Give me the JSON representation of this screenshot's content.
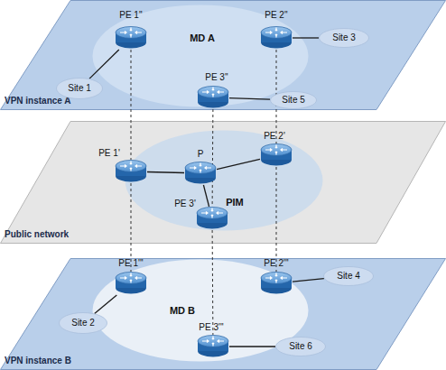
{
  "diagram": {
    "nodes": [
      {
        "text": [
          "VPN instance A"
        ]
      },
      {
        "text": [
          "MD A"
        ],
        "in": 0
      },
      {
        "text": [
          "PE 1''"
        ],
        "in": 0
      },
      {
        "text": [
          "PE 2''"
        ],
        "in": 0
      },
      {
        "text": [
          "Site 3"
        ],
        "in": 0
      },
      {
        "text": [
          "Site 1"
        ],
        "in": 0
      },
      {
        "text": [
          "PE 3''"
        ],
        "in": 0
      },
      {
        "text": [
          "Site 5"
        ],
        "in": 0
      },
      {
        "text": [
          "Public network"
        ]
      },
      {
        "text": [
          "PIM"
        ],
        "in": 8
      },
      {
        "text": [
          "PE 1'"
        ],
        "in": 8
      },
      {
        "text": [
          "P"
        ],
        "in": 8
      },
      {
        "text": [
          "PE 2'"
        ],
        "in": 8
      },
      {
        "text": [
          "PE 3'"
        ],
        "in": 8
      },
      {
        "text": [
          "VPN instance B"
        ]
      },
      {
        "text": [
          "MD B"
        ],
        "in": 14
      },
      {
        "text": [
          "PE 1'''"
        ],
        "in": 14
      },
      {
        "text": [
          "PE 2'''"
        ],
        "in": 14
      },
      {
        "text": [
          "Site 4"
        ],
        "in": 14
      },
      {
        "text": [
          "Site 2"
        ],
        "in": 14
      },
      {
        "text": [
          "PE 3'''"
        ],
        "in": 14
      },
      {
        "text": [
          "Site 6"
        ],
        "in": 14
      }
    ],
    "edges": [
      {
        "from": 2,
        "to": 5,
        "arrow": "none"
      },
      {
        "from": 3,
        "to": 4,
        "arrow": "none"
      },
      {
        "from": 6,
        "to": 7,
        "arrow": "none"
      },
      {
        "from": 10,
        "to": 11,
        "arrow": "none"
      },
      {
        "from": 11,
        "to": 12,
        "arrow": "none"
      },
      {
        "from": 11,
        "to": 13,
        "arrow": "none"
      },
      {
        "from": 16,
        "to": 19,
        "arrow": "none"
      },
      {
        "from": 17,
        "to": 18,
        "arrow": "none"
      },
      {
        "from": 20,
        "to": 21,
        "arrow": "none"
      },
      {
        "from": 2,
        "to": 10,
        "arrow": "none"
      },
      {
        "from": 10,
        "to": 16,
        "arrow": "none"
      },
      {
        "from": 3,
        "to": 12,
        "arrow": "none"
      },
      {
        "from": 12,
        "to": 17,
        "arrow": "none"
      },
      {
        "from": 6,
        "to": 13,
        "arrow": "none"
      },
      {
        "from": 13,
        "to": 20,
        "arrow": "none"
      }
    ]
  }
}
